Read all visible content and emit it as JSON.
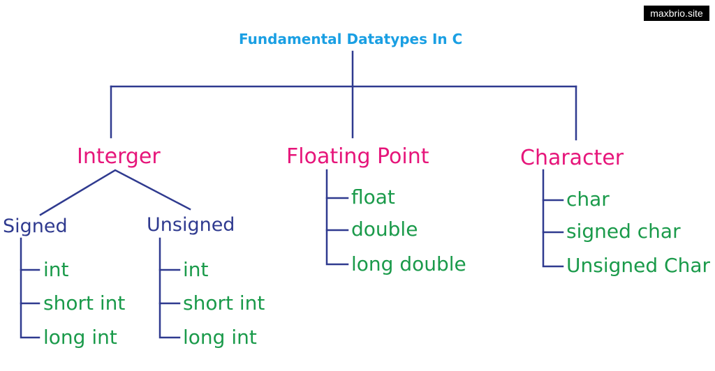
{
  "watermark": "maxbrio.site",
  "title": "Fundamental Datatypes In C",
  "colors": {
    "title": "#1a9fe3",
    "category": "#e6157a",
    "subcategory": "#2f3a8f",
    "leaf": "#1a9a4a",
    "connector": "#2f3a8f"
  },
  "categories": [
    {
      "label": "Interger",
      "subcategories": [
        {
          "label": "Signed",
          "items": [
            "int",
            "short int",
            "long int"
          ]
        },
        {
          "label": "Unsigned",
          "items": [
            "int",
            "short int",
            "long int"
          ]
        }
      ]
    },
    {
      "label": "Floating Point",
      "items": [
        "float",
        "double",
        "long double"
      ]
    },
    {
      "label": "Character",
      "items": [
        "char",
        "signed char",
        "Unsigned Char"
      ]
    }
  ]
}
